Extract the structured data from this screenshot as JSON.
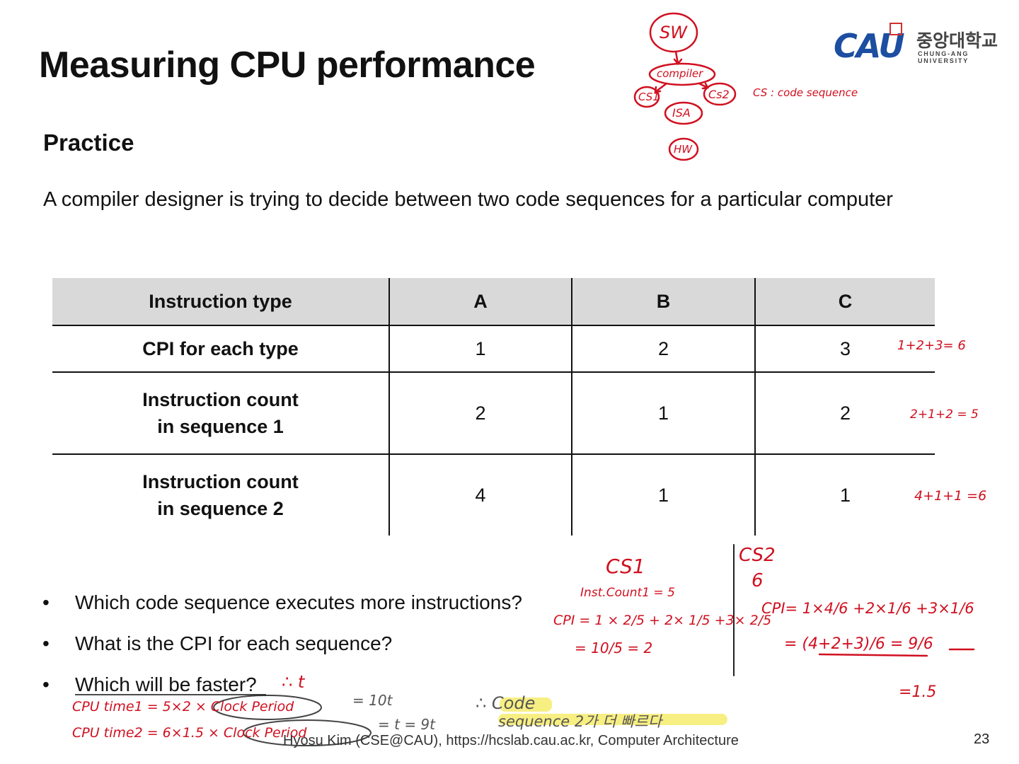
{
  "slide": {
    "title": "Measuring CPU performance",
    "subtitle": "Practice",
    "description": "A compiler designer is trying to decide between two code sequences for a particular computer",
    "page_number": "23",
    "footer": "Hyosu Kim (CSE@CAU), https://hcslab.cau.ac.kr, Computer Architecture"
  },
  "logo": {
    "mark": "CAU",
    "name_ko": "중앙대학교",
    "name_en": "CHUNG-ANG UNIVERSITY"
  },
  "table": {
    "headers": [
      "Instruction type",
      "A",
      "B",
      "C"
    ],
    "rows": [
      {
        "label": "CPI for each type",
        "values": [
          "1",
          "2",
          "3"
        ]
      },
      {
        "label_line1": "Instruction count",
        "label_line2": "in sequence 1",
        "values": [
          "2",
          "1",
          "2"
        ]
      },
      {
        "label_line1": "Instruction count",
        "label_line2": "in sequence 2",
        "values": [
          "4",
          "1",
          "1"
        ]
      }
    ]
  },
  "questions": [
    "Which code sequence executes more instructions?",
    "What is the CPI for each sequence?",
    "Which will be faster?"
  ],
  "bullet_glyph": "•",
  "annotations": {
    "diagram": {
      "sw": "SW",
      "compiler": "compiler",
      "cs1": "CS1",
      "cs2": "Cs2",
      "isa": "ISA",
      "hw": "HW",
      "note": "CS : code sequence"
    },
    "row_sums": [
      "1+2+3= 6",
      "2+1+2 = 5",
      "4+1+1 =6"
    ],
    "cs1": {
      "head": "CS1",
      "count": "Inst.Count1 = 5",
      "cpi": "CPI = 1 × 2/5 + 2× 1/5 +3× 2/5",
      "result": "= 10/5 = 2"
    },
    "cs2": {
      "head": "CS2",
      "count": "6",
      "cpi": "CPI= 1×4/6 +2×1/6 +3×1/6",
      "step": "= (4+2+3)/6 = 9/6",
      "result": "=1.5"
    },
    "faster": {
      "mark": "∴ t",
      "time1": "CPU time1 = 5×2 × Clock Period",
      "time1_result": "= 10t",
      "time2": "CPU time2 = 6×1.5 × Clock Period",
      "time2_result": "= t  = 9t",
      "conclusion_line1": "∴ Code",
      "conclusion_line2": "sequence 2가 더 빠르다"
    }
  },
  "colors": {
    "ink_red": "#d01020",
    "header_gray": "#d9d9d9",
    "highlight": "#f6ea5a",
    "brand_blue": "#1c4ea1"
  }
}
